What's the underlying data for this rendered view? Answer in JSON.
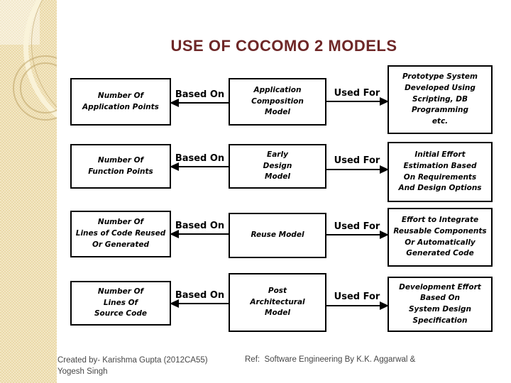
{
  "title": "USE OF COCOMO 2 MODELS",
  "colors": {
    "title_text": "#6e2727",
    "strip_base": "#ead9a8",
    "strip_check": "#f3e7c6",
    "box_border": "#000000",
    "footer_text": "#474747"
  },
  "diagram": {
    "rows": [
      {
        "input": "Number Of\nApplication Points",
        "based_on_label": "Based On",
        "model": "Application\nComposition\nModel",
        "used_for_label": "Used For",
        "output": "Prototype System\nDeveloped Using\nScripting, DB\nProgramming\netc."
      },
      {
        "input": "Number Of\nFunction Points",
        "based_on_label": "Based On",
        "model": "Early\nDesign\nModel",
        "used_for_label": "Used For",
        "output": "Initial Effort\nEstimation Based\nOn Requirements\nAnd Design Options"
      },
      {
        "input": "Number Of\nLines of Code Reused\nOr Generated",
        "based_on_label": "Based On",
        "model": "Reuse Model",
        "used_for_label": "Used For",
        "output": "Effort to Integrate\nReusable Components\nOr Automatically\nGenerated Code"
      },
      {
        "input": "Number Of\nLines Of\nSource Code",
        "based_on_label": "Based On",
        "model": "Post\nArchitectural\nModel",
        "used_for_label": "Used For",
        "output": "Development Effort\nBased On\nSystem Design\nSpecification"
      }
    ]
  },
  "footer": {
    "created_by": "Created by- Karishma Gupta (2012CA55)\nYogesh Singh",
    "reference": "Ref:  Software Engineering By K.K. Aggarwal &"
  }
}
